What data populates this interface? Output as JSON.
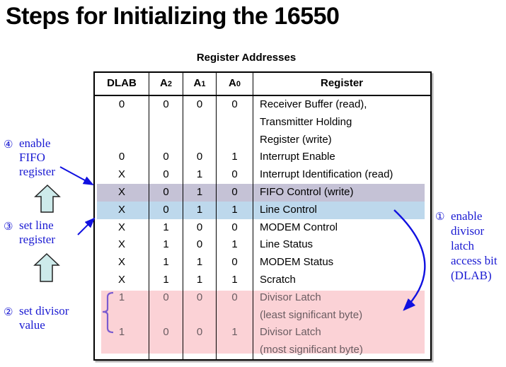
{
  "title": "Steps for Initializing the 16550",
  "table": {
    "caption": "Register Addresses",
    "headers": [
      {
        "label": "DLAB"
      },
      {
        "label": "A",
        "sub": "2"
      },
      {
        "label": "A",
        "sub": "1"
      },
      {
        "label": "A",
        "sub": "0"
      },
      {
        "label": "Register"
      }
    ],
    "rows": [
      {
        "dlab": "0",
        "a2": "0",
        "a1": "0",
        "a0": "0",
        "register": "Receiver Buffer (read),\nTransmitter Holding\nRegister (write)",
        "highlight": "none"
      },
      {
        "dlab": "0",
        "a2": "0",
        "a1": "0",
        "a0": "1",
        "register": "Interrupt Enable",
        "highlight": "none"
      },
      {
        "dlab": "X",
        "a2": "0",
        "a1": "1",
        "a0": "0",
        "register": "Interrupt Identification (read)",
        "highlight": "none"
      },
      {
        "dlab": "X",
        "a2": "0",
        "a1": "1",
        "a0": "0",
        "register": "FIFO Control (write)",
        "highlight": "lavender"
      },
      {
        "dlab": "X",
        "a2": "0",
        "a1": "1",
        "a0": "1",
        "register": "Line Control",
        "highlight": "blue"
      },
      {
        "dlab": "X",
        "a2": "1",
        "a1": "0",
        "a0": "0",
        "register": "MODEM Control",
        "highlight": "none"
      },
      {
        "dlab": "X",
        "a2": "1",
        "a1": "0",
        "a0": "1",
        "register": "Line Status",
        "highlight": "none"
      },
      {
        "dlab": "X",
        "a2": "1",
        "a1": "1",
        "a0": "0",
        "register": "MODEM Status",
        "highlight": "none"
      },
      {
        "dlab": "X",
        "a2": "1",
        "a1": "1",
        "a0": "1",
        "register": "Scratch",
        "highlight": "none"
      },
      {
        "dlab": "1",
        "a2": "0",
        "a1": "0",
        "a0": "0",
        "register": "Divisor Latch\n(least significant byte)",
        "highlight": "pink"
      },
      {
        "dlab": "1",
        "a2": "0",
        "a1": "0",
        "a0": "1",
        "register": "Divisor Latch\n(most significant byte)",
        "highlight": "pink"
      }
    ]
  },
  "annotations": {
    "step1": {
      "num": "①",
      "text": "enable\ndivisor\nlatch\naccess bit\n(DLAB)"
    },
    "step2": {
      "num": "②",
      "text": "set divisor\nvalue"
    },
    "step3": {
      "num": "③",
      "text": "set line\nregister"
    },
    "step4": {
      "num": "④",
      "text": "enable\nFIFO\nregister"
    }
  },
  "colors": {
    "highlight_lavender": "#c5c2d6",
    "highlight_blue": "#bdd8ec",
    "highlight_pink": "#fbd2d6",
    "annotation_blue": "#1a1ad2",
    "arrow_blue": "#1111e0",
    "bracket_purple": "#7a5bd0",
    "block_arrow_fill": "#cdeaea",
    "pink_row_text": "#6b5d62"
  }
}
